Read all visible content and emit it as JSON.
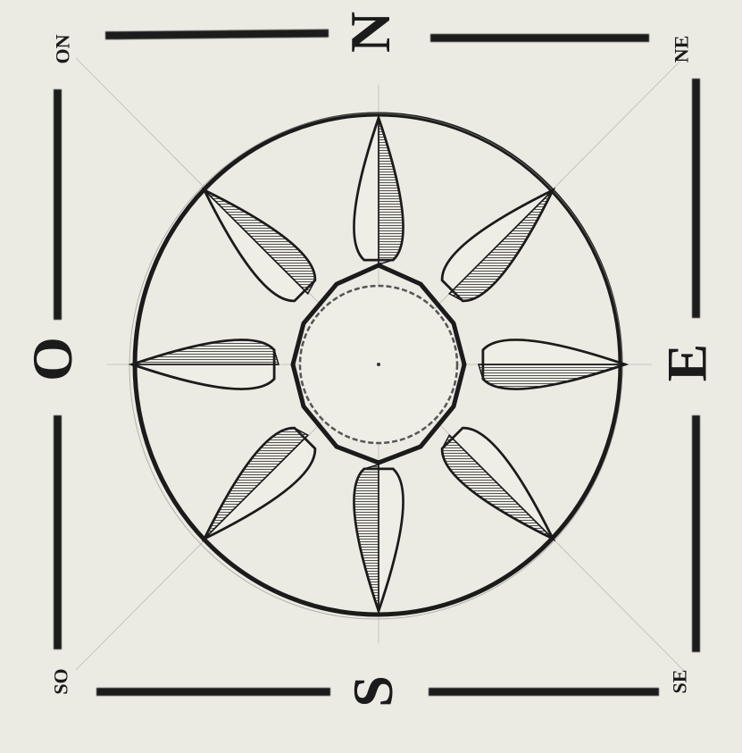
{
  "compass": {
    "cardinals": {
      "north": "N",
      "south": "S",
      "east": "E",
      "west": "O"
    },
    "intercardinals": {
      "northeast": "NE",
      "northwest": "ON",
      "southeast": "SE",
      "southwest": "SO"
    },
    "colors": {
      "paper": "#ecebe3",
      "ink": "#1b1b1b",
      "hatch": "#3a3a3a"
    },
    "points": 8
  }
}
